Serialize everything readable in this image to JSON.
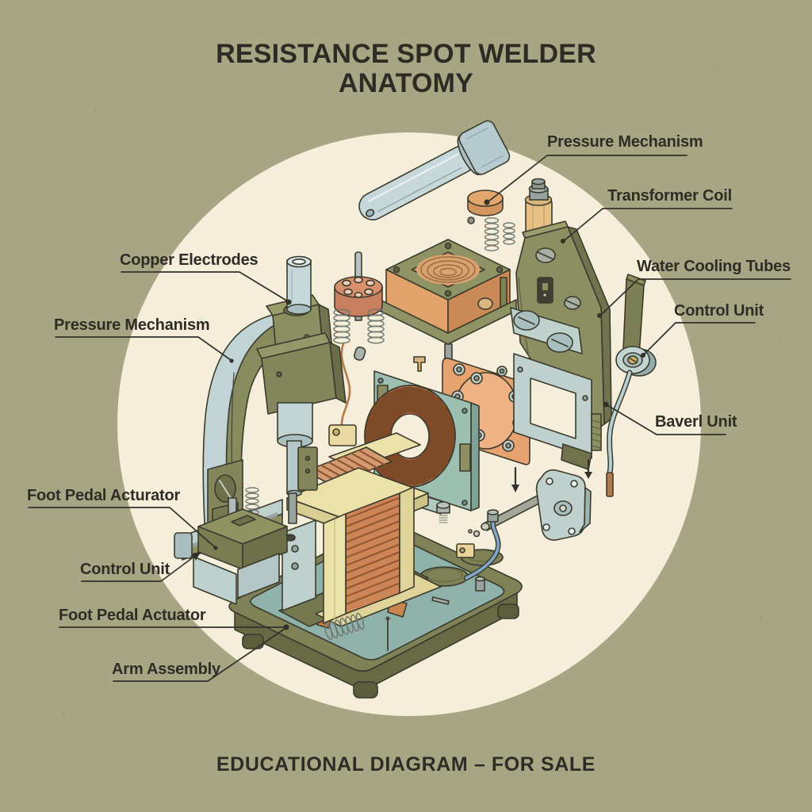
{
  "title": {
    "line1": "RESISTANCE SPOT WELDER",
    "line2": "ANATOMY"
  },
  "caption": "EDUCATIONAL DIAGRAM – FOR SALE",
  "labels": {
    "right": [
      {
        "id": "pressure-mechanism-right",
        "text": "Pressure Mechanism"
      },
      {
        "id": "transformer-coil",
        "text": "Transformer Coil"
      },
      {
        "id": "water-cooling-tubes",
        "text": "Water Cooling Tubes"
      },
      {
        "id": "control-unit-right",
        "text": "Control Unit"
      },
      {
        "id": "baverl-unit",
        "text": "Baverl Unit"
      }
    ],
    "left": [
      {
        "id": "copper-electrodes",
        "text": "Copper Electrodes"
      },
      {
        "id": "pressure-mechanism-left",
        "text": "Pressure Mechanism"
      },
      {
        "id": "foot-pedal-acturator",
        "text": "Foot Pedal Acturator"
      },
      {
        "id": "control-unit-left",
        "text": "Control Unit"
      },
      {
        "id": "foot-pedal-actuator",
        "text": "Foot Pedal Actuator"
      },
      {
        "id": "arm-assembly",
        "text": "Arm Assembly"
      }
    ]
  },
  "colors": {
    "background": "#a6a685",
    "spotlight": "#f4eeda",
    "ink": "#3b3a2d",
    "text": "#2e2d25",
    "copper": "#c97f52",
    "orange_plate": "#e7a36f",
    "salmon": "#d8906c",
    "olive_part": "#8b8f61",
    "olive_dark": "#6f744e",
    "blue_grey": "#bed1cd",
    "steel_blue": "#c6d9da",
    "teal_frame": "#9dbfb2",
    "cream_frame": "#ece1a9",
    "base_green": "#7e8256",
    "tray_teal": "#8fb2ab",
    "brass": "#c9b26a",
    "tan": "#e6c289"
  }
}
